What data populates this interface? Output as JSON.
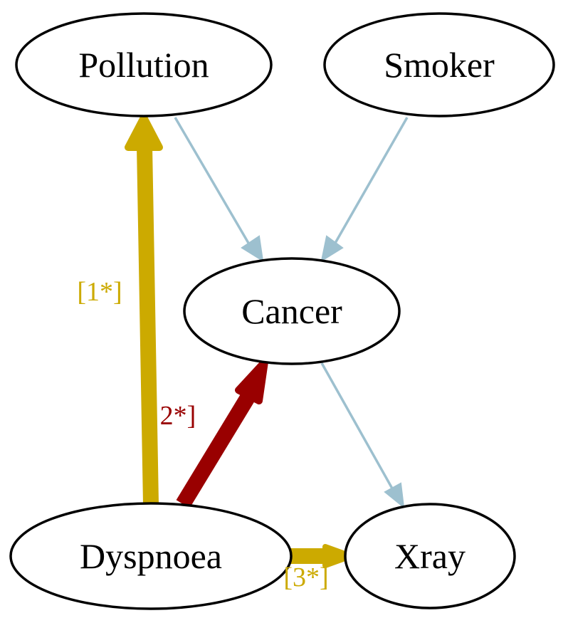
{
  "diagram": {
    "nodes": [
      {
        "id": "pollution",
        "label": "Pollution"
      },
      {
        "id": "smoker",
        "label": "Smoker"
      },
      {
        "id": "cancer",
        "label": "Cancer"
      },
      {
        "id": "dyspnoea",
        "label": "Dyspnoea"
      },
      {
        "id": "xray",
        "label": "Xray"
      }
    ],
    "edges": [
      {
        "id": "pollution-cancer",
        "from": "Pollution",
        "to": "Cancer",
        "color": "#9dc0cf"
      },
      {
        "id": "smoker-cancer",
        "from": "Smoker",
        "to": "Cancer",
        "color": "#9dc0cf"
      },
      {
        "id": "cancer-xray",
        "from": "Cancer",
        "to": "Xray",
        "color": "#9dc0cf"
      },
      {
        "id": "dyspnoea-pollution",
        "from": "Dyspnoea",
        "to": "Pollution",
        "color": "#ccaa00",
        "label": "[1*]"
      },
      {
        "id": "dyspnoea-cancer",
        "from": "Dyspnoea",
        "to": "Cancer",
        "color": "#990000",
        "label": "2*]"
      },
      {
        "id": "dyspnoea-xray",
        "from": "Dyspnoea",
        "to": "Xray",
        "color": "#ccaa00",
        "label": "[3*]"
      }
    ]
  }
}
